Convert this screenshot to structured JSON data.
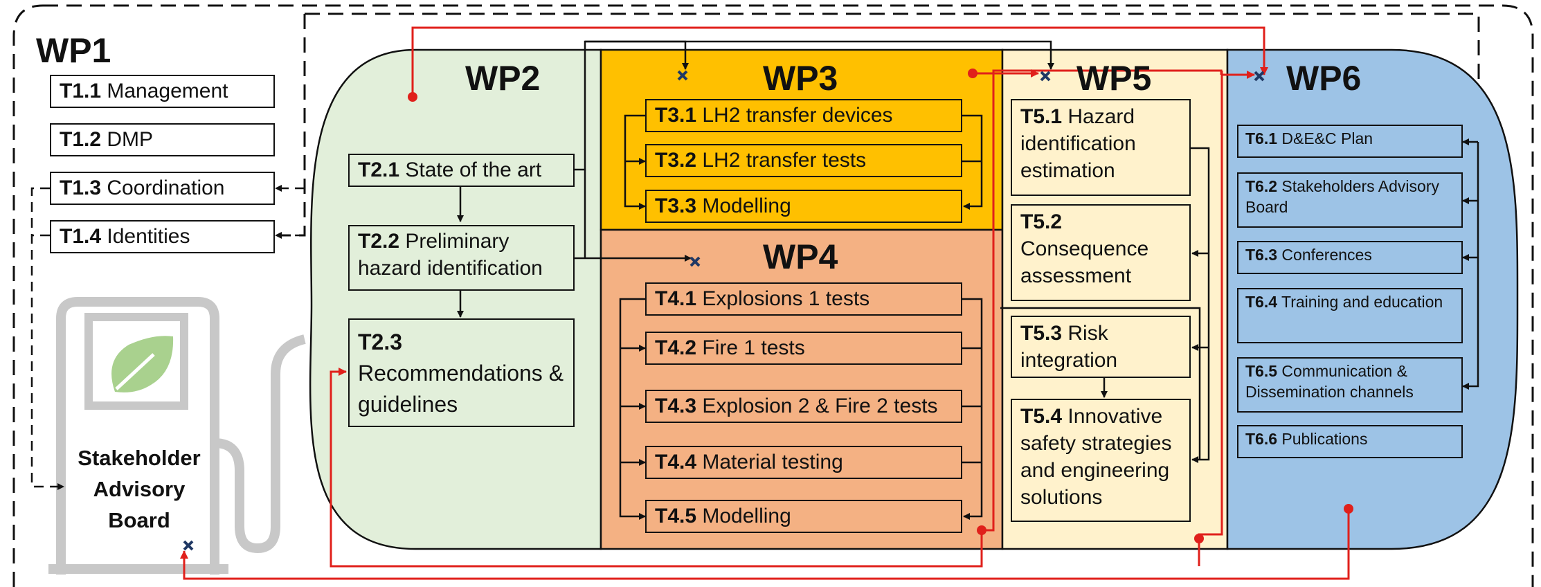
{
  "wp1": {
    "title": "WP1",
    "tasks": [
      {
        "id": "T1.1",
        "label": "Management"
      },
      {
        "id": "T1.2",
        "label": "DMP"
      },
      {
        "id": "T1.3",
        "label": "Coordination"
      },
      {
        "id": "T1.4",
        "label": "Identities"
      }
    ],
    "stakeholder": [
      "Stakeholder",
      "Advisory",
      "Board"
    ]
  },
  "wp2": {
    "title": "WP2",
    "tasks": [
      {
        "id": "T2.1",
        "label": "State of the art"
      },
      {
        "id": "T2.2",
        "label": "Preliminary hazard identification"
      },
      {
        "id": "T2.3",
        "label": "Recommendations & guidelines"
      }
    ]
  },
  "wp3": {
    "title": "WP3",
    "tasks": [
      {
        "id": "T3.1",
        "label": "LH2 transfer devices"
      },
      {
        "id": "T3.2",
        "label": "LH2 transfer tests"
      },
      {
        "id": "T3.3",
        "label": "Modelling"
      }
    ]
  },
  "wp4": {
    "title": "WP4",
    "tasks": [
      {
        "id": "T4.1",
        "label": "Explosions 1 tests"
      },
      {
        "id": "T4.2",
        "label": "Fire 1 tests"
      },
      {
        "id": "T4.3",
        "label": "Explosion 2 & Fire 2 tests"
      },
      {
        "id": "T4.4",
        "label": "Material testing"
      },
      {
        "id": "T4.5",
        "label": "Modelling"
      }
    ]
  },
  "wp5": {
    "title": "WP5",
    "tasks": [
      {
        "id": "T5.1",
        "label": "Hazard identification estimation"
      },
      {
        "id": "T5.2",
        "label": "Consequence assessment"
      },
      {
        "id": "T5.3",
        "label": "Risk integration"
      },
      {
        "id": "T5.4",
        "label": "Innovative safety strategies and engineering solutions"
      }
    ]
  },
  "wp6": {
    "title": "WP6",
    "tasks": [
      {
        "id": "T6.1",
        "label": "D&E&C Plan"
      },
      {
        "id": "T6.2",
        "label": "Stakeholders Advisory Board"
      },
      {
        "id": "T6.3",
        "label": "Conferences"
      },
      {
        "id": "T6.4",
        "label": "Training and education"
      },
      {
        "id": "T6.5",
        "label": "Communication & Dissemination channels"
      },
      {
        "id": "T6.6",
        "label": "Publications"
      }
    ]
  },
  "colors": {
    "wp2": "#e2efda",
    "wp3": "#ffc000",
    "wp4": "#f4b183",
    "wp5": "#fff2cc",
    "wp6": "#9dc3e6",
    "feedback": "#e0201b",
    "pump": "#c8c8c8",
    "leaf": "#a9d18e"
  },
  "icons": [
    "fuel-pump-icon",
    "leaf-icon",
    "x-marker-icon",
    "dot-marker-icon"
  ]
}
